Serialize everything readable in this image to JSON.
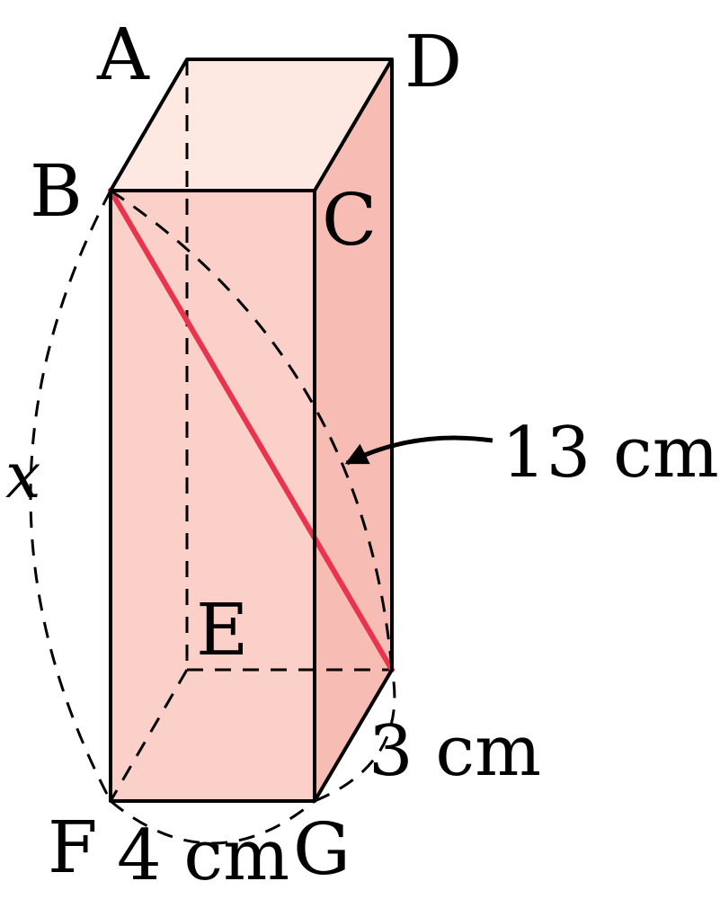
{
  "colors": {
    "top_face": "#fde8e2",
    "front_face": "#fbd0c8",
    "side_face": "#f7bdb5",
    "diagonal": "#e8344e",
    "edge": "#000000"
  },
  "vertices": {
    "A": "A",
    "B": "B",
    "C": "C",
    "D": "D",
    "E": "E",
    "F": "F",
    "G": "G"
  },
  "dimensions": {
    "diagonal": "13 cm",
    "depth": "3 cm",
    "width": "4 cm",
    "height_var": "x"
  }
}
